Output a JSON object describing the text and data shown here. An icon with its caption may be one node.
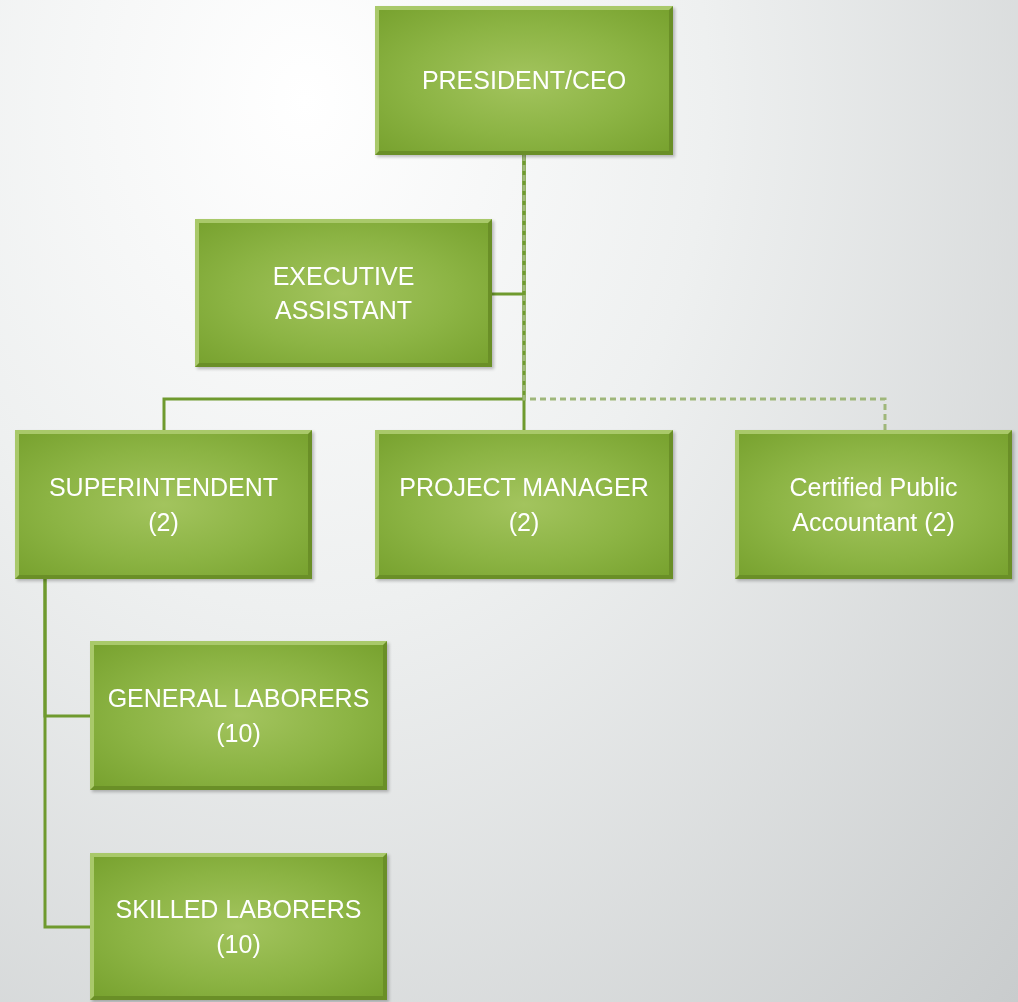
{
  "diagram": {
    "nodes": [
      {
        "text": [
          "PRESIDENT/CEO"
        ]
      },
      {
        "text": [
          "EXECUTIVE ASSISTANT"
        ]
      },
      {
        "text": [
          "SUPERINTENDENT (2)"
        ]
      },
      {
        "text": [
          "PROJECT MANAGER (2)"
        ]
      },
      {
        "text": [
          "Certified Public Accountant (2)"
        ]
      },
      {
        "text": [
          "GENERAL LABORERS (10)"
        ]
      },
      {
        "text": [
          "SKILLED LABORERS (10)"
        ]
      }
    ],
    "edges": [
      {
        "from": 0,
        "to": 1,
        "arrow": "none"
      },
      {
        "from": 0,
        "to": 2,
        "arrow": "none"
      },
      {
        "from": 0,
        "to": 3,
        "arrow": "none"
      },
      {
        "from": 0,
        "to": 4,
        "arrow": "none",
        "style": "dashed",
        "color": "#9fb77a"
      },
      {
        "from": 2,
        "to": 5,
        "arrow": "none"
      },
      {
        "from": 2,
        "to": 6,
        "arrow": "none"
      }
    ]
  }
}
